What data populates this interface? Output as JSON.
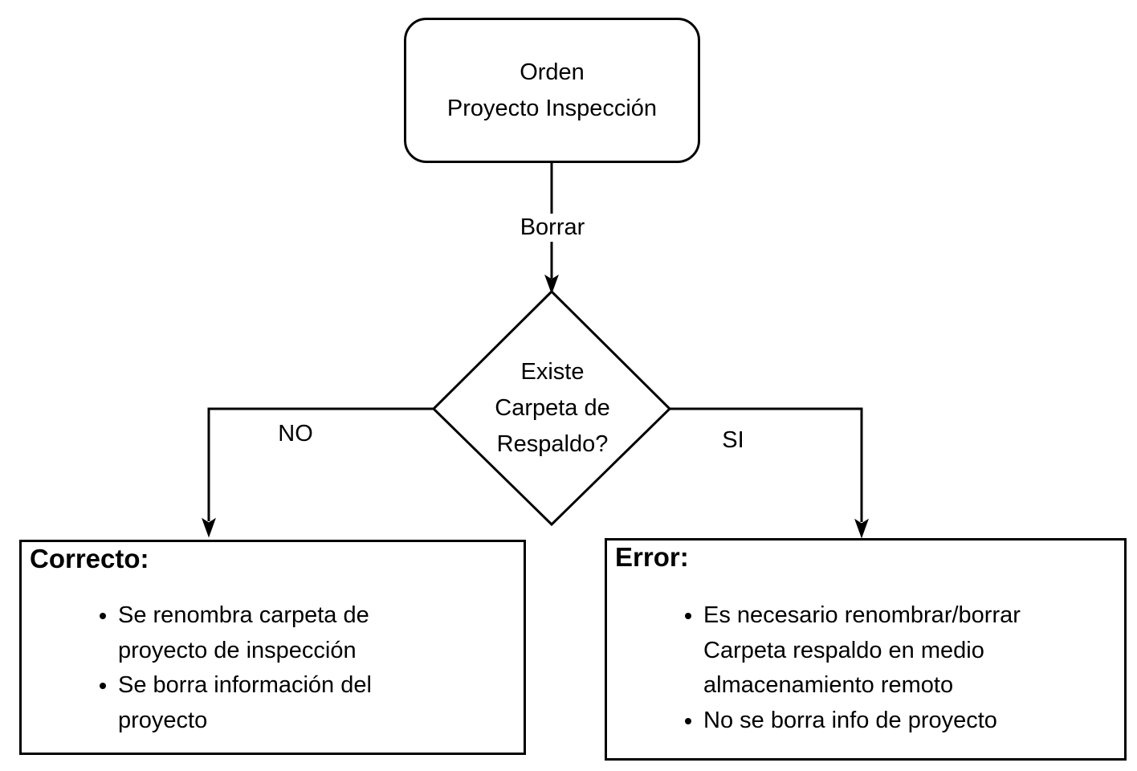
{
  "diagram": {
    "start_node": {
      "label": "Orden\nProyecto Inspección"
    },
    "edge_top": {
      "label": "Borrar"
    },
    "decision_node": {
      "label": "Existe\nCarpeta de\nRespaldo?"
    },
    "edge_no": {
      "label": "NO"
    },
    "edge_si": {
      "label": "SI"
    },
    "correcto_box": {
      "title": "Correcto:",
      "items": [
        "Se renombra carpeta de\nproyecto de inspección",
        "Se borra información del\nproyecto"
      ]
    },
    "error_box": {
      "title": "Error:",
      "items": [
        "Es necesario renombrar/borrar\nCarpeta respaldo en medio\nalmacenamiento remoto",
        "No se borra info de proyecto"
      ]
    }
  },
  "colors": {
    "stroke": "#000000",
    "background": "#ffffff"
  }
}
